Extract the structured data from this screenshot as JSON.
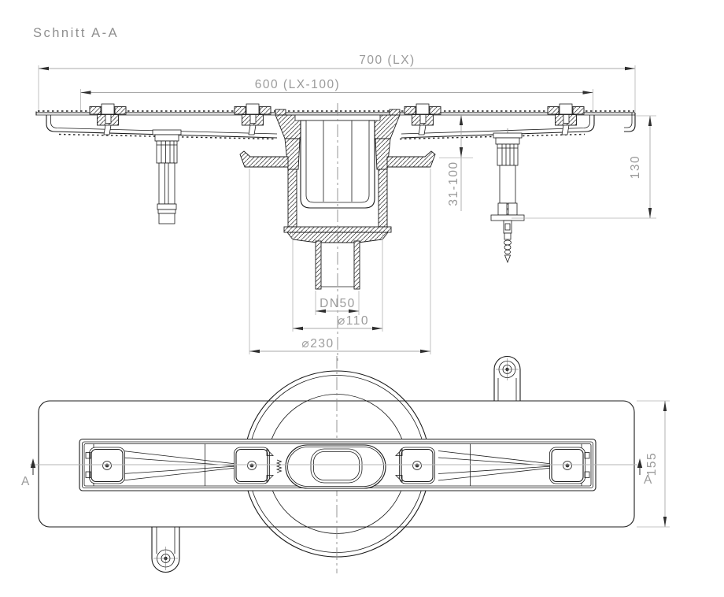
{
  "title": "Schnitt A-A",
  "colors": {
    "drawing_line": "#1c1c1c",
    "dimension_text": "#9b9b9b",
    "arrow": "#2e2e2e",
    "background": "#ffffff"
  },
  "section_view": {
    "dims": {
      "length_outer": "700 (LX)",
      "length_inner": "600 (LX-100)",
      "height_adjust": "31-100",
      "height_total": "130",
      "outlet_nominal": "DN50",
      "diameter_housing": "⌀110",
      "diameter_flange": "⌀230"
    }
  },
  "plan_view": {
    "dims": {
      "channel_width": "155"
    },
    "section_markers": {
      "left": "A",
      "right": "A"
    }
  }
}
